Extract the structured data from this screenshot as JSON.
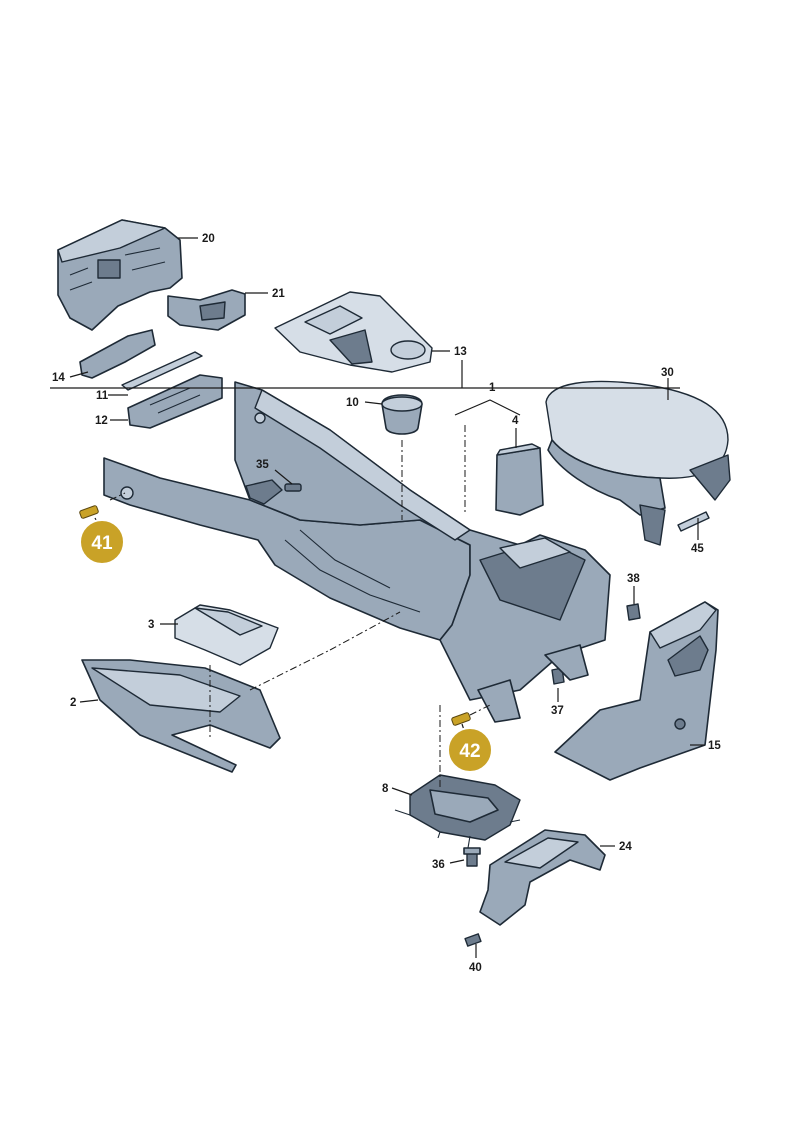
{
  "colors": {
    "badge_fill": "#c9a227",
    "part_fill": "#9aa9b9",
    "outline": "#1e2a36"
  },
  "callouts": {
    "c1": "1",
    "c2": "2",
    "c3": "3",
    "c4": "4",
    "c8": "8",
    "c10": "10",
    "c11": "11",
    "c12": "12",
    "c13": "13",
    "c14": "14",
    "c15": "15",
    "c20": "20",
    "c21": "21",
    "c24": "24",
    "c30": "30",
    "c35": "35",
    "c36": "36",
    "c37": "37",
    "c38": "38",
    "c40": "40",
    "c45": "45"
  },
  "badges": {
    "b41": "41",
    "b42": "42"
  }
}
